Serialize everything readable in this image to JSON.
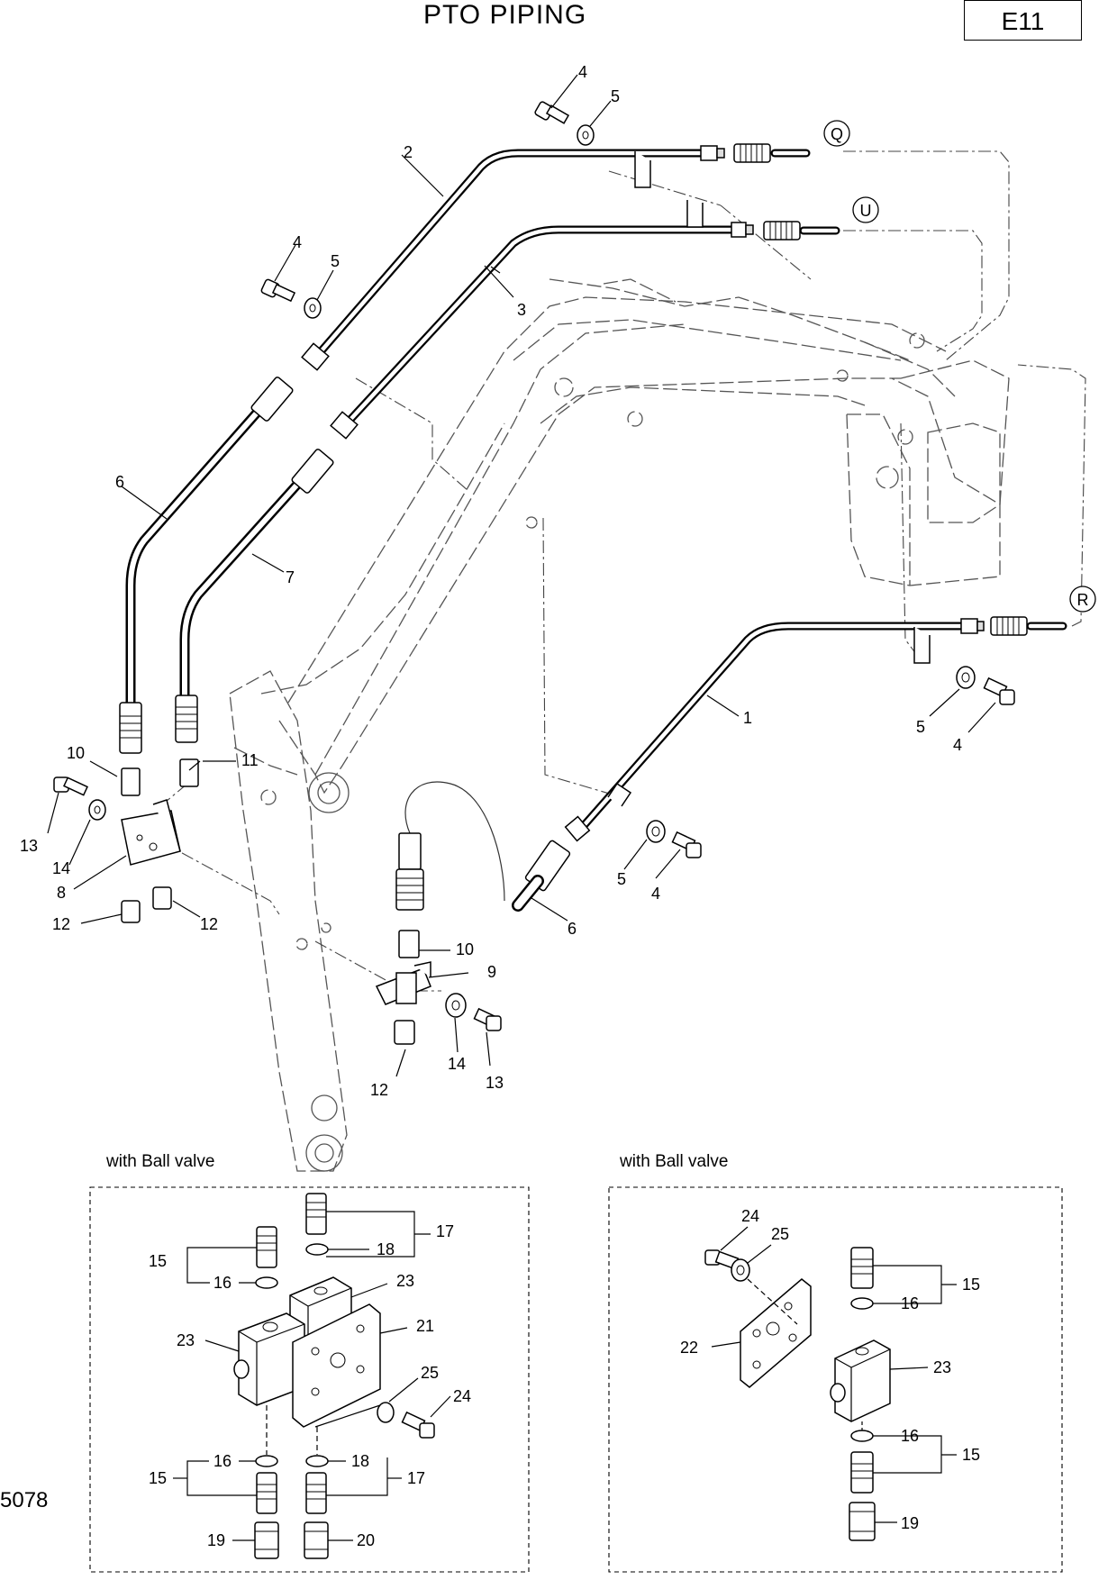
{
  "title": "PTO PIPING",
  "page_code": "E11",
  "sheet_number": "5078",
  "sections": {
    "left_inset_label": "with Ball valve",
    "right_inset_label": "with Ball valve"
  },
  "connection_markers": [
    "Q",
    "U",
    "R"
  ],
  "main_callouts": [
    "1",
    "2",
    "3",
    "4",
    "5",
    "6",
    "7",
    "8",
    "9",
    "10",
    "11",
    "12",
    "13",
    "14"
  ],
  "inset_callouts": [
    "15",
    "16",
    "17",
    "18",
    "19",
    "20",
    "21",
    "22",
    "23",
    "24",
    "25"
  ]
}
